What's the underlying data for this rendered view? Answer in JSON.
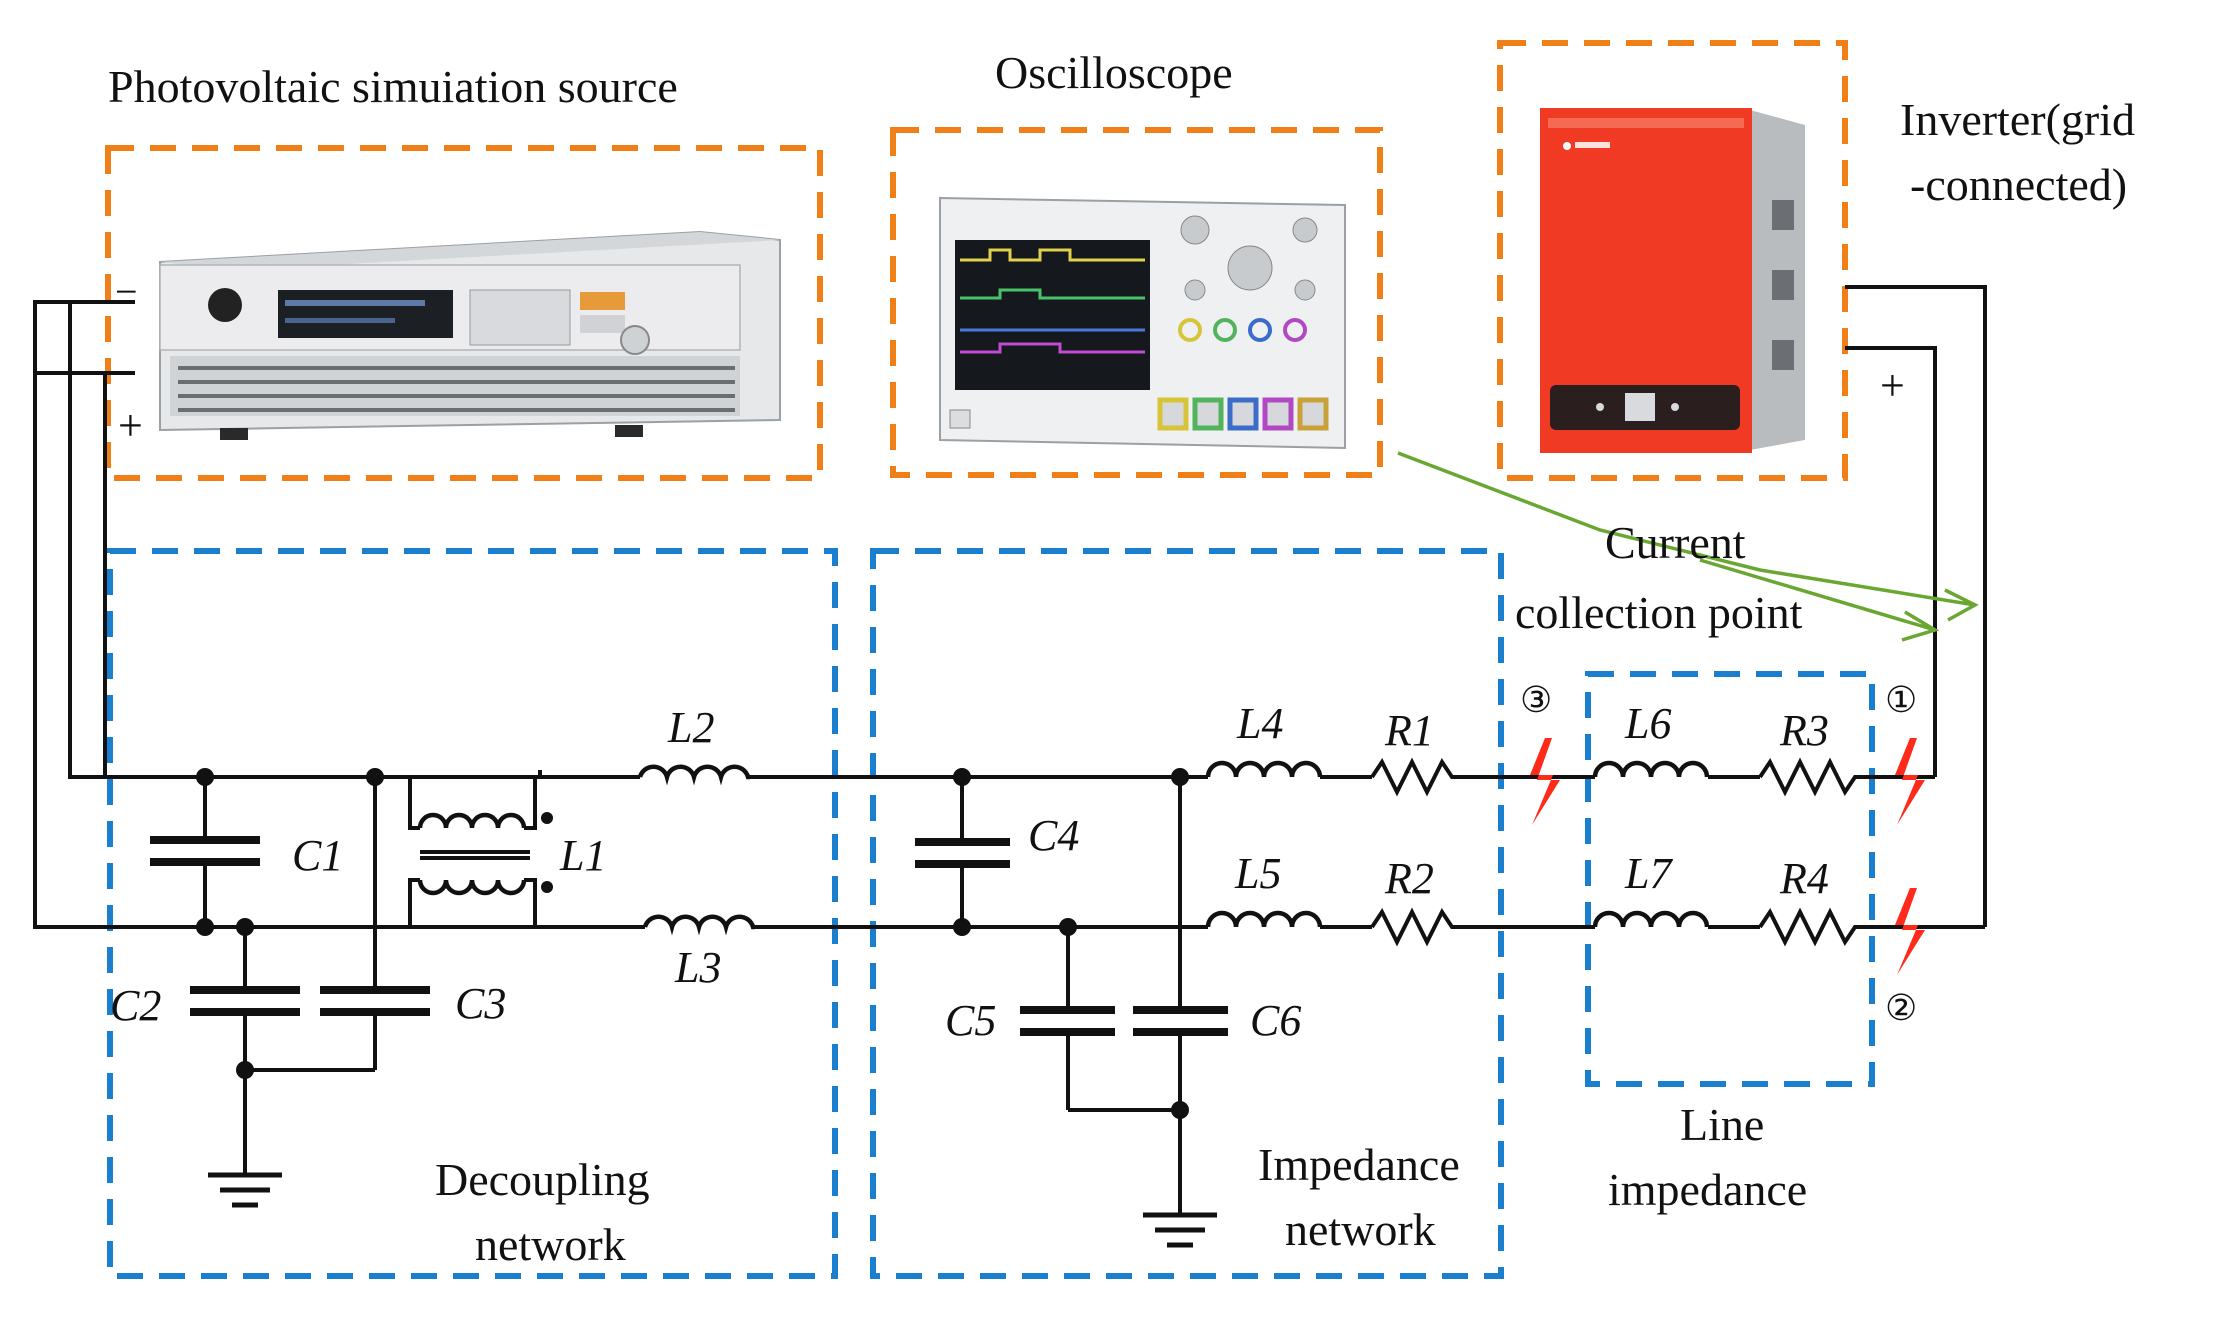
{
  "labels": {
    "pv_source": "Photovoltaic simuiation source",
    "oscilloscope": "Oscilloscope",
    "inverter_line1": "Inverter(grid",
    "inverter_line2": "-connected)",
    "current_line1": "Current",
    "current_line2": "collection point",
    "decoupling_line1": "Decoupling",
    "decoupling_line2": "network",
    "impedance_line1": "Impedance",
    "impedance_line2": "network",
    "line_imp_line1": "Line",
    "line_imp_line2": "impedance"
  },
  "polarity": {
    "minus": "−",
    "plus": "+",
    "plus_right": "+"
  },
  "points": {
    "p1": "①",
    "p2": "②",
    "p3": "③"
  },
  "components": {
    "C1": "C1",
    "C2": "C2",
    "C3": "C3",
    "C4": "C4",
    "C5": "C5",
    "C6": "C6",
    "L1": "L1",
    "L2": "L2",
    "L3": "L3",
    "L4": "L4",
    "L5": "L5",
    "L6": "L6",
    "L7": "L7",
    "R1": "R1",
    "R2": "R2",
    "R3": "R3",
    "R4": "R4"
  },
  "colors": {
    "equipment_box": "#f07f18",
    "network_box": "#1a7fcf",
    "probe_arrow": "#6aa632",
    "fault_marker": "#ff2a1a",
    "inverter_body": "#f03a24"
  },
  "icons": [
    "pv-simulator-device",
    "oscilloscope-device",
    "inverter-device",
    "ground-icon",
    "lightning-icon"
  ]
}
